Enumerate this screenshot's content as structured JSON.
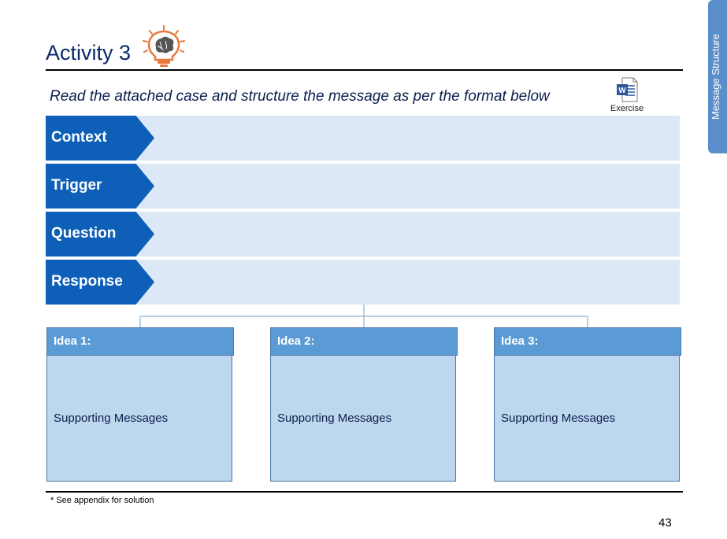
{
  "slide": {
    "title": "Activity 3",
    "instruction": "Read the attached case and structure the message as per the format below",
    "exercise_label": "Exercise",
    "side_tab": "Message Structure",
    "rows": [
      {
        "label": "Context"
      },
      {
        "label": "Trigger"
      },
      {
        "label": "Question"
      },
      {
        "label": "Response"
      }
    ],
    "ideas": [
      {
        "title": "Idea 1:",
        "body": "Supporting Messages"
      },
      {
        "title": "Idea 2:",
        "body": "Supporting Messages"
      },
      {
        "title": "Idea 3:",
        "body": "Supporting Messages"
      }
    ],
    "footnote": "* See appendix for solution",
    "page_number": "43"
  },
  "colors": {
    "chevron": "#0e5fb8",
    "band": "#dde8f6",
    "idea_header": "#5b9bd5",
    "idea_body": "#bdd7ee",
    "side_tab": "#5b8fcb",
    "bulb": "#e8793a"
  },
  "icons": {
    "bulb": "lightbulb-brain-icon",
    "exercise": "word-document-icon"
  }
}
